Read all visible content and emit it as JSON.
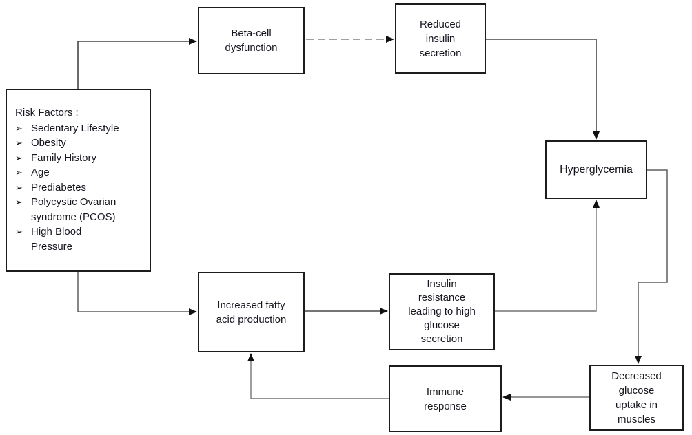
{
  "diagram": {
    "nodes": {
      "beta_cell_dysfunction": {
        "label": "Beta-cell\ndysfunction"
      },
      "reduced_insulin_secretion": {
        "label": "Reduced\ninsulin\nsecretion"
      },
      "hyperglycemia": {
        "label": "Hyperglycemia"
      },
      "increased_fatty_acid": {
        "label": "Increased fatty\nacid production"
      },
      "insulin_resistance": {
        "label": "Insulin\nresistance\nleading to high\nglucose\nsecretion"
      },
      "immune_response": {
        "label": "Immune\nresponse"
      },
      "decreased_glucose_uptake": {
        "label": "Decreased\nglucose\nuptake in\nmuscles"
      }
    },
    "risk_factors": {
      "title": "Risk Factors :",
      "bullet": "➢",
      "items": [
        "Sedentary Lifestyle",
        "Obesity",
        "Family History",
        "Age",
        "Prediabetes",
        "Polycystic Ovarian\nsyndrome (PCOS)",
        "High Blood\nPressure"
      ]
    },
    "colors": {
      "box_border": "#1c1c1c",
      "text": "#16161f",
      "arrow_dark": "#464646",
      "arrow_gray": "#747474"
    }
  }
}
